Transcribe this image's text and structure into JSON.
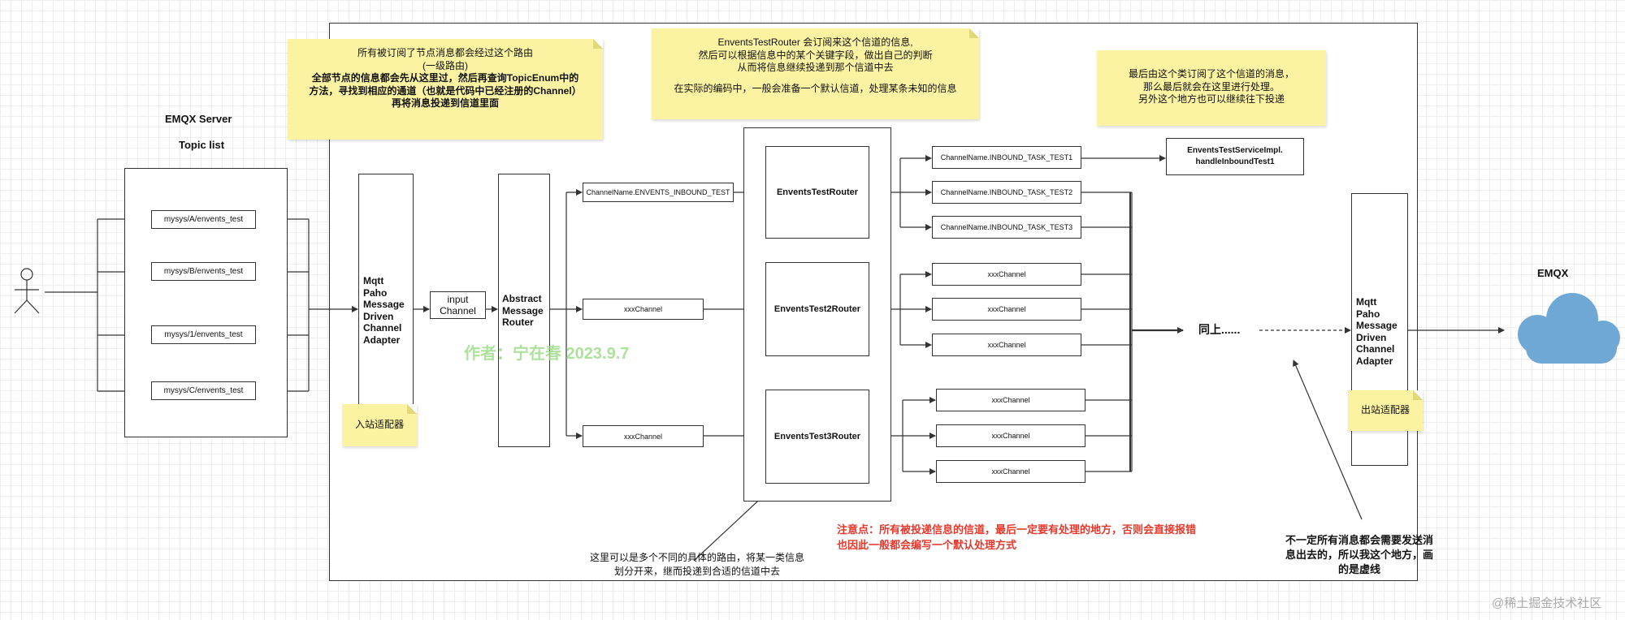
{
  "server": {
    "title": "EMQX   Server",
    "topic_list_title": "Topic list",
    "topics": [
      "mysys/A/envents_test",
      "mysys/B/envents_test",
      "mysys/1/envents_test",
      "mysys/C/envents_test"
    ]
  },
  "notes": {
    "routing": {
      "line1": "所有被订阅了节点消息都会经过这个路由",
      "line2": "(一级路由)",
      "line3": "全部节点的信息都会先从这里过，然后再查询TopicEnum中的",
      "line4": "方法，寻找到相应的通道（也就是代码中已经注册的Channel）",
      "line5": "再将消息投递到信道里面"
    },
    "router": {
      "line1": "EnventsTestRouter 会订阅来这个信道的信息,",
      "line2": "然后可以根据信息中的某个关键字段，做出自己的判断",
      "line3": "从而将信息继续投递到那个信道中去",
      "line4": "在实际的编码中，一般会准备一个默认信道，处理某条未知的信息"
    },
    "final": {
      "line1": "最后由这个类订阅了这个信道的消息，",
      "line2": "那么最后就会在这里进行处理。",
      "line3": "另外这个地方也可以继续往下投递"
    },
    "inbound_adapter": "入站适配器",
    "outbound_adapter": "出站适配器"
  },
  "adapters": {
    "inbound": [
      "Mqtt",
      "Paho",
      "Message",
      "Driven",
      "Channel",
      "Adapter"
    ],
    "outbound": [
      "Mqtt",
      "Paho",
      "Message",
      "Driven",
      "Channel",
      "Adapter"
    ]
  },
  "input_channel": [
    "input",
    "Channel"
  ],
  "abstract_router": [
    "Abstract",
    "Message",
    "Router"
  ],
  "first_level_channels": [
    "ChannelName.ENVENTS_INBOUND_TEST",
    "xxxChannel",
    "xxxChannel"
  ],
  "routers": [
    "EnventsTestRouter",
    "EnventsTest2Router",
    "EnventsTest3Router"
  ],
  "second_level_channels": [
    [
      "ChannelName.INBOUND_TASK_TEST1",
      "ChannelName.INBOUND_TASK_TEST2",
      "ChannelName.INBOUND_TASK_TEST3"
    ],
    [
      "xxxChannel",
      "xxxChannel",
      "xxxChannel"
    ],
    [
      "xxxChannel",
      "xxxChannel",
      "xxxChannel"
    ]
  ],
  "service_impl": [
    "EnventsTestServiceImpl.",
    "handleInboundTest1"
  ],
  "same_above": "同上......",
  "emqx_cloud_label": "EMQX",
  "watermark": "作者：宁在春  2023.9.7",
  "captions": {
    "routers_caption": [
      "这里可以是多个不同的具体的路由，将某一类信息",
      "划分开来，继而投递到合适的信道中去"
    ],
    "warning": [
      "注意点：所有被投递信息的信道，最后一定要有处理的地方，否则会直接报错",
      "也因此一般都会编写一个默认处理方式"
    ],
    "dashed_caption": [
      "不一定所有消息都会需要发送消",
      "息出去的，所以我这个地方，画",
      "的是虚线"
    ]
  },
  "footer": "@稀土掘金技术社区",
  "colors": {
    "note_yellow": "#fbf3a2",
    "cloud_blue": "#6fa8d4",
    "warning_red": "#e5392e",
    "watermark_green": "#9fdc8c"
  }
}
